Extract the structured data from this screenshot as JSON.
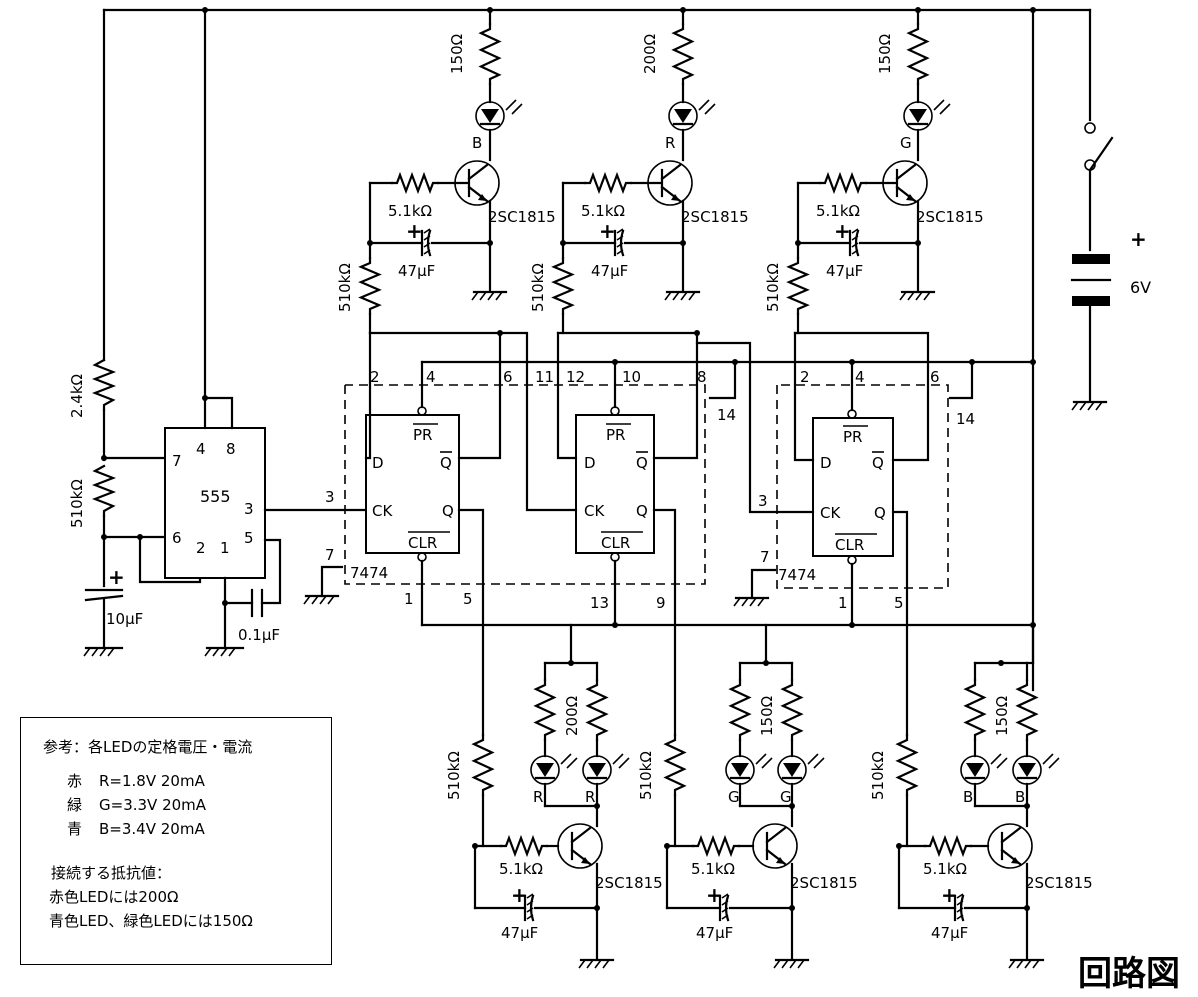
{
  "title": "回路図",
  "battery": {
    "voltage": "6V",
    "plus": "+"
  },
  "timer": {
    "name": "555",
    "pins": {
      "p4": "4",
      "p8": "8",
      "p7": "7",
      "p6": "6",
      "p2": "2",
      "p1": "1",
      "p5": "5",
      "p3": "3"
    }
  },
  "timer_parts": {
    "r1": "2.4kΩ",
    "r2": "510kΩ",
    "c1": "10μF",
    "c2": "0.1μF",
    "plus": "+"
  },
  "flipflop": {
    "chip": "7474",
    "d": "D",
    "ck": "CK",
    "q": "Q",
    "qbar": "Q",
    "pr": "PR",
    "clr": "CLR",
    "pins_a": {
      "d": "2",
      "pr": "4",
      "qbar": "6",
      "ck": "3",
      "clr": "1",
      "q": "5",
      "gnd": "7"
    },
    "pins_b": {
      "d": "12",
      "pr": "10",
      "qbar": "8",
      "ck": "11",
      "clr": "13",
      "q": "9",
      "vcc": "14"
    },
    "pins_c": {
      "d": "2",
      "pr": "4",
      "qbar": "6",
      "ck": "3",
      "clr": "1",
      "q": "5",
      "gnd": "7",
      "vcc": "14"
    }
  },
  "top_stages": [
    {
      "r_led": "150Ω",
      "led": "B",
      "r_base": "5.1kΩ",
      "transistor": "2SC1815",
      "r_bias": "510kΩ",
      "cap": "47μF",
      "plus": "+"
    },
    {
      "r_led": "200Ω",
      "led": "R",
      "r_base": "5.1kΩ",
      "transistor": "2SC1815",
      "r_bias": "510kΩ",
      "cap": "47μF",
      "plus": "+"
    },
    {
      "r_led": "150Ω",
      "led": "G",
      "r_base": "5.1kΩ",
      "transistor": "2SC1815",
      "r_bias": "510kΩ",
      "cap": "47μF",
      "plus": "+"
    }
  ],
  "bottom_stages": [
    {
      "r_led": "200Ω",
      "led1": "R",
      "led2": "R",
      "r_base": "5.1kΩ",
      "transistor": "2SC1815",
      "r_bias": "510kΩ",
      "cap": "47μF",
      "plus": "+"
    },
    {
      "r_led": "150Ω",
      "led1": "G",
      "led2": "G",
      "r_base": "5.1kΩ",
      "transistor": "2SC1815",
      "r_bias": "510kΩ",
      "cap": "47μF",
      "plus": "+"
    },
    {
      "r_led": "150Ω",
      "led1": "B",
      "led2": "B",
      "r_base": "5.1kΩ",
      "transistor": "2SC1815",
      "r_bias": "510kΩ",
      "cap": "47μF",
      "plus": "+"
    }
  ],
  "reference": {
    "heading": "参考：各LEDの定格電圧・電流",
    "rows": [
      {
        "color": "赤",
        "spec": "R=1.8V 20mA"
      },
      {
        "color": "緑",
        "spec": "G=3.3V 20mA"
      },
      {
        "color": "青",
        "spec": "B=3.4V 20mA"
      }
    ],
    "resistor_heading": "接続する抵抗値：",
    "resistor_lines": [
      "赤色LEDには200Ω",
      "青色LED、緑色LEDには150Ω"
    ]
  }
}
